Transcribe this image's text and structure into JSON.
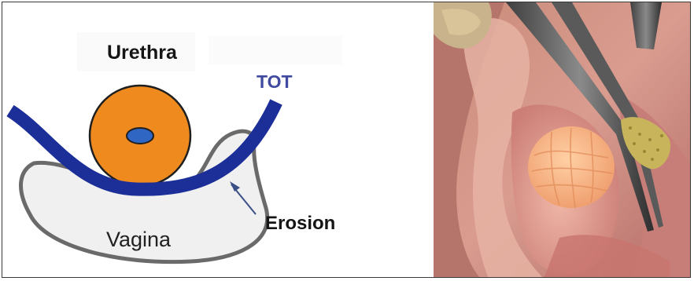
{
  "diagram": {
    "labels": {
      "urethra": "Urethra",
      "tot": "TOT",
      "erosion": "Erosion",
      "vagina": "Vagina"
    },
    "colors": {
      "sling": "#1c2f99",
      "urethra_fill": "#ef8a1f",
      "urethra_lumen": "#2f66c4",
      "vagina_fill": "#f0f0f0",
      "vagina_outline": "#6a6a6a",
      "tot_label": "#3f4aa0"
    }
  },
  "photo": {
    "description_icon": "surgical-photo-mesh-erosion"
  }
}
